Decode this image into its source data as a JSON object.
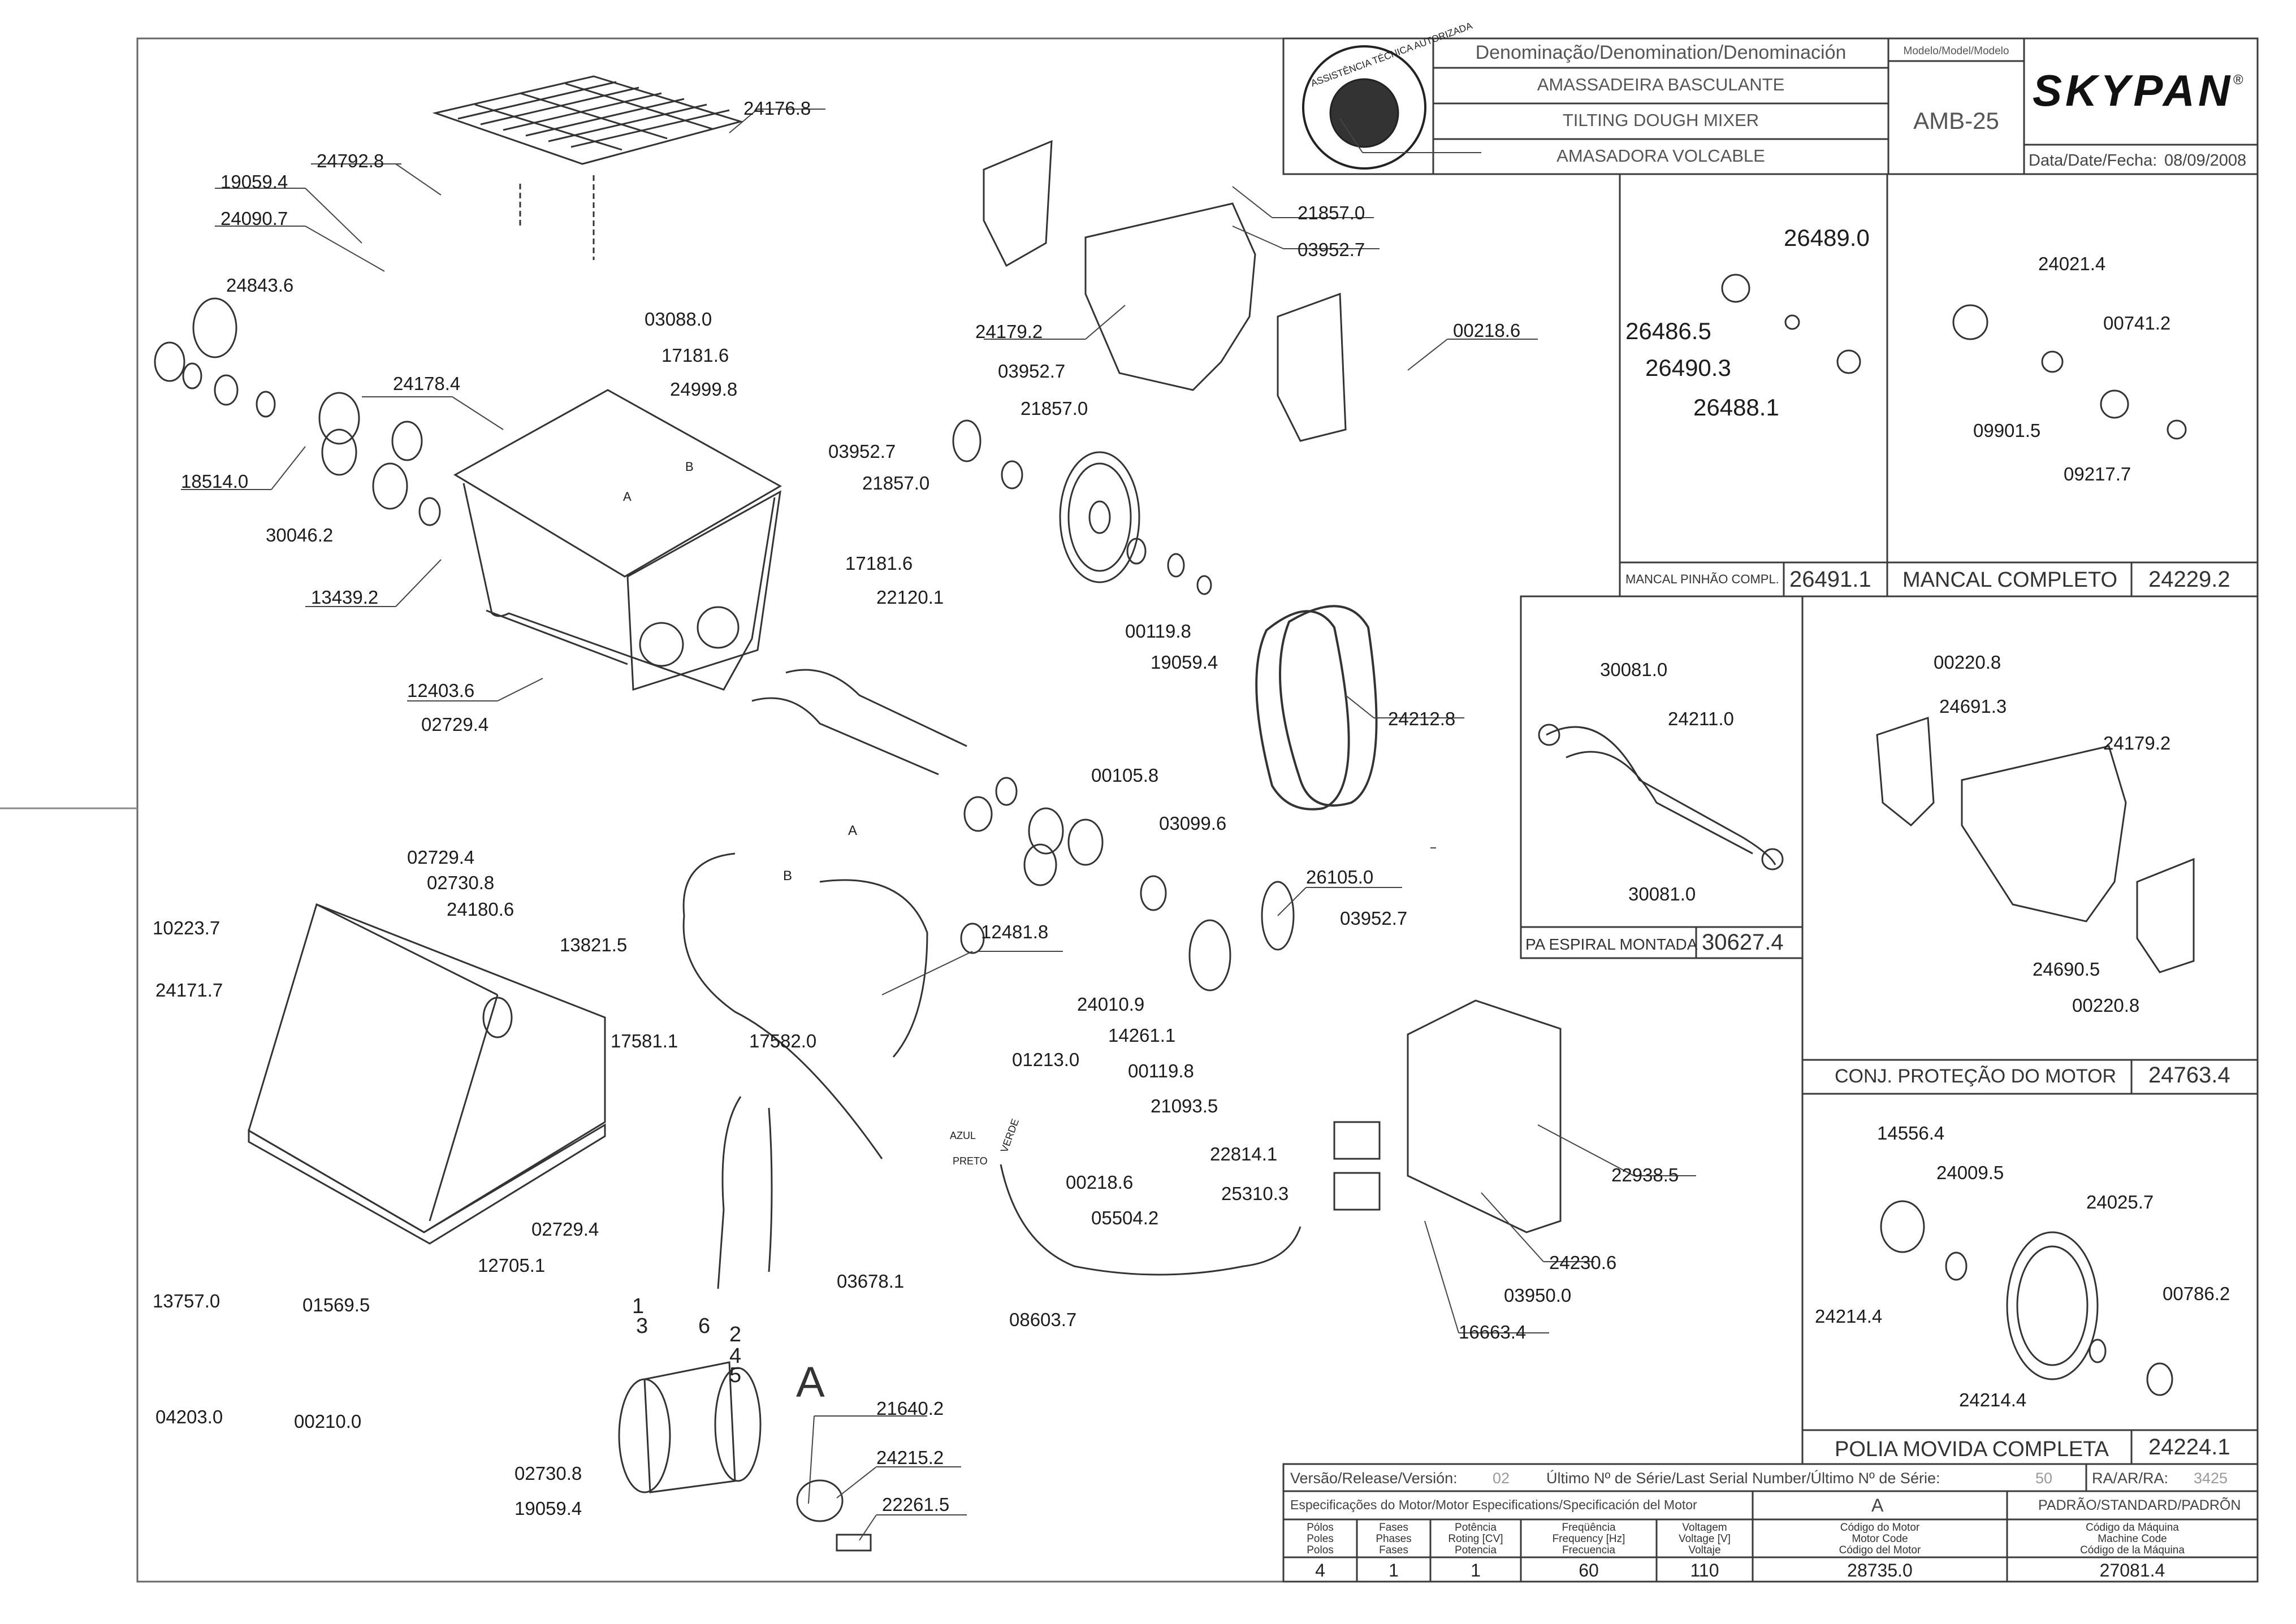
{
  "title_block": {
    "denomination_header": "Denominação/Denomination/Denominación",
    "name_pt": "AMASSADEIRA BASCULANTE",
    "name_en": "TILTING DOUGH MIXER",
    "name_es": "AMASADORA VOLCABLE",
    "model_header": "Modelo/Model/Modelo",
    "model": "AMB-25",
    "brand": "SKYPAN",
    "brand_mark": "®",
    "date_label": "Data/Date/Fecha:",
    "date": "08/09/2008",
    "seal_text": "ASSISTÊNCIA TÉCNICA AUTORIZADA"
  },
  "part_labels": [
    "24176.8",
    "24792.8",
    "19059.4",
    "24090.7",
    "24843.6",
    "18514.0",
    "30046.2",
    "24178.4",
    "13439.2",
    "12403.6",
    "02729.4",
    "03088.0",
    "17181.6",
    "24999.8",
    "03952.7",
    "21857.0",
    "17181.6",
    "22120.1",
    "24179.2",
    "03952.7",
    "21857.0",
    "21857.0",
    "03952.7",
    "00218.6",
    "00119.8",
    "19059.4",
    "24212.8",
    "00105.8",
    "03099.6",
    "26105.0",
    "03952.7",
    "24010.9",
    "14261.1",
    "00119.8",
    "21093.5",
    "12481.8",
    "13821.5",
    "17581.1",
    "17582.0",
    "01213.0",
    "02729.4",
    "02730.8",
    "24180.6",
    "10223.7",
    "24171.7",
    "02729.4",
    "12705.1",
    "01569.5",
    "13757.0",
    "04203.0",
    "00210.0",
    "03678.1",
    "00218.6",
    "05504.2",
    "08603.7",
    "22814.1",
    "25310.3",
    "22938.5",
    "24230.6",
    "03950.0",
    "16663.4",
    "02730.8",
    "19059.4",
    "21640.2",
    "24215.2",
    "22261.5"
  ],
  "wire_labels": {
    "A": "A",
    "B": "B",
    "azul": "AZUL",
    "preto": "PRETO",
    "verde": "VERDE",
    "n1": "1",
    "n2": "2",
    "n3": "3",
    "n4": "4",
    "n5": "5",
    "n6": "6",
    "motor": "A"
  },
  "assemblies": {
    "pinion": {
      "parts": [
        "26489.0",
        "26486.5",
        "26490.3",
        "26488.1"
      ],
      "name": "MANCAL PINHÃO COMPL.",
      "code": "26491.1"
    },
    "bearing": {
      "parts": [
        "24021.4",
        "00741.2",
        "09901.5",
        "09217.7"
      ],
      "name": "MANCAL COMPLETO",
      "code": "24229.2"
    },
    "spiral": {
      "parts": [
        "30081.0",
        "24211.0",
        "30081.0"
      ],
      "name": "PA ESPIRAL MONTADA",
      "code": "30627.4"
    },
    "motor_guard": {
      "parts": [
        "00220.8",
        "24691.3",
        "24179.2",
        "24690.5",
        "00220.8"
      ],
      "name": "CONJ. PROTEÇÃO DO MOTOR",
      "code": "24763.4"
    },
    "pulley": {
      "parts": [
        "14556.4",
        "24009.5",
        "24025.7",
        "24214.4",
        "00786.2",
        "24214.4"
      ],
      "name": "POLIA MOVIDA COMPLETA",
      "code": "24224.1"
    }
  },
  "spec_table": {
    "version_label": "Versão/Release/Versión:",
    "version": "02",
    "serial_label": "Último Nº de Série/Last Serial Number/Último Nº de Série:",
    "serial": "50",
    "ar_label": "RA/AR/RA:",
    "ar": "3425",
    "motor_spec_label": "Especificações do Motor/Motor Especifications/Specificación del Motor",
    "motor_letter": "A",
    "standard_label": "PADRÃO/STANDARD/PADRÕN",
    "columns": [
      {
        "header": [
          "Pólos",
          "Poles",
          "Polos"
        ],
        "value": "4"
      },
      {
        "header": [
          "Fases",
          "Phases",
          "Fases"
        ],
        "value": "1"
      },
      {
        "header": [
          "Potência",
          "Roting [CV]",
          "Potencia"
        ],
        "value": "1"
      },
      {
        "header": [
          "Freqüência",
          "Frequency [Hz]",
          "Frecuencia"
        ],
        "value": "60"
      },
      {
        "header": [
          "Voltagem",
          "Voltage [V]",
          "Voltaje"
        ],
        "value": "110"
      },
      {
        "header": [
          "Código do Motor",
          "Motor Code",
          "Código del Motor"
        ],
        "value": "28735.0"
      },
      {
        "header": [
          "Código da Máquina",
          "Machine Code",
          "Código de la Máquina"
        ],
        "value": "27081.4"
      }
    ]
  }
}
